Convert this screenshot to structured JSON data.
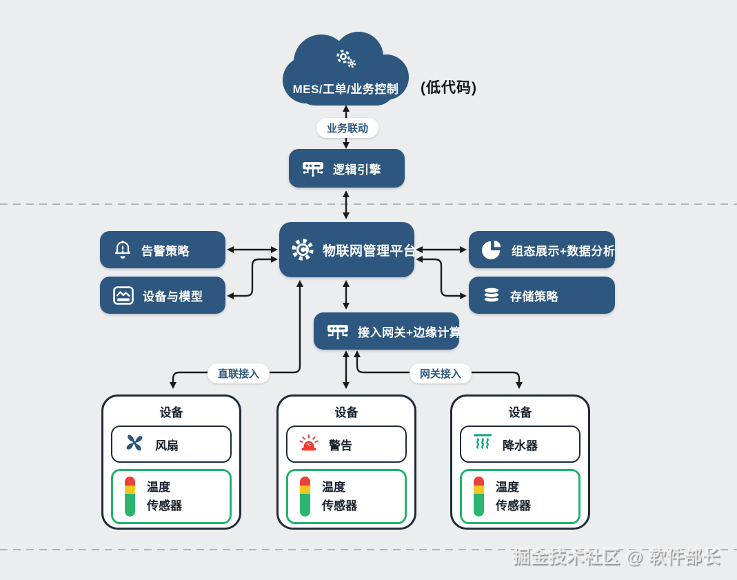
{
  "colors": {
    "background": "#ecedee",
    "node_blue": "#2d577e",
    "node_text": "#ffffff",
    "dark_border": "#202b3a",
    "sensor_green": "#23b26d",
    "alarm_red": "#f23b2e",
    "sprinkler_teal": "#09a47e",
    "bar_red": "#e8423a",
    "bar_yellow": "#f2c71d",
    "bar_green": "#2ab571",
    "arrow": "#1c1c1c",
    "dashed_line": "#b4b4b6"
  },
  "cloud": {
    "title": "MES/工单/业务控制",
    "note": "(低代码)",
    "icon": "gears-icon"
  },
  "pills": {
    "business": "业务联动",
    "direct": "直联接入",
    "gateway": "网关接入"
  },
  "nodes": {
    "logic_engine": {
      "label": "逻辑引擎",
      "icon": "router-icon"
    },
    "platform": {
      "label": "物联网管理平台",
      "icon": "gear-icon"
    },
    "alarm_policy": {
      "label": "告警策略",
      "icon": "bell-icon"
    },
    "device_model": {
      "label": "设备与模型",
      "icon": "device-model-icon"
    },
    "dashboard": {
      "label": "组态展示+数据分析",
      "icon": "pie-chart-icon"
    },
    "storage": {
      "label": "存储策略",
      "icon": "database-icon"
    },
    "gateway": {
      "label": "接入网关+边缘计算",
      "icon": "router-icon"
    }
  },
  "devices": [
    {
      "title": "设备",
      "item": {
        "label": "风扇",
        "icon": "fan-icon"
      },
      "sensor": {
        "line1": "温度",
        "line2": "传感器",
        "icon": "temperature-bar-icon"
      }
    },
    {
      "title": "设备",
      "item": {
        "label": "警告",
        "icon": "alarm-light-icon",
        "icon_text": "°C"
      },
      "sensor": {
        "line1": "温度",
        "line2": "传感器",
        "icon": "temperature-bar-icon"
      }
    },
    {
      "title": "设备",
      "item": {
        "label": "降水器",
        "icon": "sprinkler-icon"
      },
      "sensor": {
        "line1": "温度",
        "line2": "传感器",
        "icon": "temperature-bar-icon"
      }
    }
  ],
  "watermark": "掘金技术社区 @ 软件部长"
}
